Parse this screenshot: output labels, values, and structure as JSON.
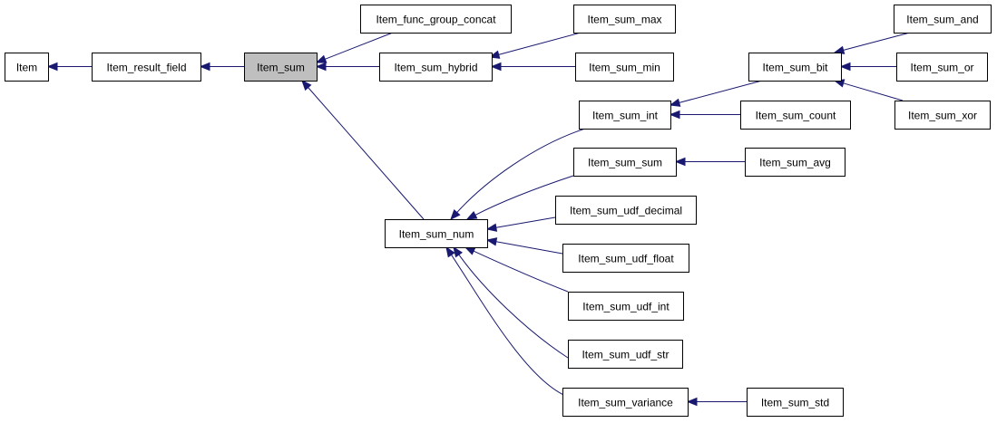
{
  "diagram": {
    "kind": "inheritance-graph",
    "colors": {
      "edge": "#191970",
      "node_border": "#000000",
      "node_fill": "#ffffff",
      "focus_fill": "#bfbfbf"
    },
    "nodes": [
      {
        "id": "item",
        "label": "Item"
      },
      {
        "id": "item_result_field",
        "label": "Item_result_field"
      },
      {
        "id": "item_sum",
        "label": "Item_sum",
        "focus": true
      },
      {
        "id": "item_func_group_concat",
        "label": "Item_func_group_concat"
      },
      {
        "id": "item_sum_hybrid",
        "label": "Item_sum_hybrid"
      },
      {
        "id": "item_sum_max",
        "label": "Item_sum_max"
      },
      {
        "id": "item_sum_min",
        "label": "Item_sum_min"
      },
      {
        "id": "item_sum_bit",
        "label": "Item_sum_bit"
      },
      {
        "id": "item_sum_and",
        "label": "Item_sum_and"
      },
      {
        "id": "item_sum_or",
        "label": "Item_sum_or"
      },
      {
        "id": "item_sum_xor",
        "label": "Item_sum_xor"
      },
      {
        "id": "item_sum_int",
        "label": "Item_sum_int"
      },
      {
        "id": "item_sum_count",
        "label": "Item_sum_count"
      },
      {
        "id": "item_sum_sum",
        "label": "Item_sum_sum"
      },
      {
        "id": "item_sum_avg",
        "label": "Item_sum_avg"
      },
      {
        "id": "item_sum_num",
        "label": "Item_sum_num"
      },
      {
        "id": "item_sum_udf_decimal",
        "label": "Item_sum_udf_decimal"
      },
      {
        "id": "item_sum_udf_float",
        "label": "Item_sum_udf_float"
      },
      {
        "id": "item_sum_udf_int",
        "label": "Item_sum_udf_int"
      },
      {
        "id": "item_sum_udf_str",
        "label": "Item_sum_udf_str"
      },
      {
        "id": "item_sum_variance",
        "label": "Item_sum_variance"
      },
      {
        "id": "item_sum_std",
        "label": "Item_sum_std"
      }
    ],
    "edges": [
      {
        "from": "item_result_field",
        "to": "item"
      },
      {
        "from": "item_sum",
        "to": "item_result_field"
      },
      {
        "from": "item_func_group_concat",
        "to": "item_sum"
      },
      {
        "from": "item_sum_hybrid",
        "to": "item_sum"
      },
      {
        "from": "item_sum_num",
        "to": "item_sum"
      },
      {
        "from": "item_sum_max",
        "to": "item_sum_hybrid"
      },
      {
        "from": "item_sum_min",
        "to": "item_sum_hybrid"
      },
      {
        "from": "item_sum_and",
        "to": "item_sum_bit"
      },
      {
        "from": "item_sum_or",
        "to": "item_sum_bit"
      },
      {
        "from": "item_sum_xor",
        "to": "item_sum_bit"
      },
      {
        "from": "item_sum_bit",
        "to": "item_sum_int"
      },
      {
        "from": "item_sum_count",
        "to": "item_sum_int"
      },
      {
        "from": "item_sum_avg",
        "to": "item_sum_sum"
      },
      {
        "from": "item_sum_int",
        "to": "item_sum_num"
      },
      {
        "from": "item_sum_sum",
        "to": "item_sum_num"
      },
      {
        "from": "item_sum_udf_decimal",
        "to": "item_sum_num"
      },
      {
        "from": "item_sum_udf_float",
        "to": "item_sum_num"
      },
      {
        "from": "item_sum_udf_int",
        "to": "item_sum_num"
      },
      {
        "from": "item_sum_udf_str",
        "to": "item_sum_num"
      },
      {
        "from": "item_sum_variance",
        "to": "item_sum_num"
      },
      {
        "from": "item_sum_std",
        "to": "item_sum_variance"
      }
    ]
  }
}
